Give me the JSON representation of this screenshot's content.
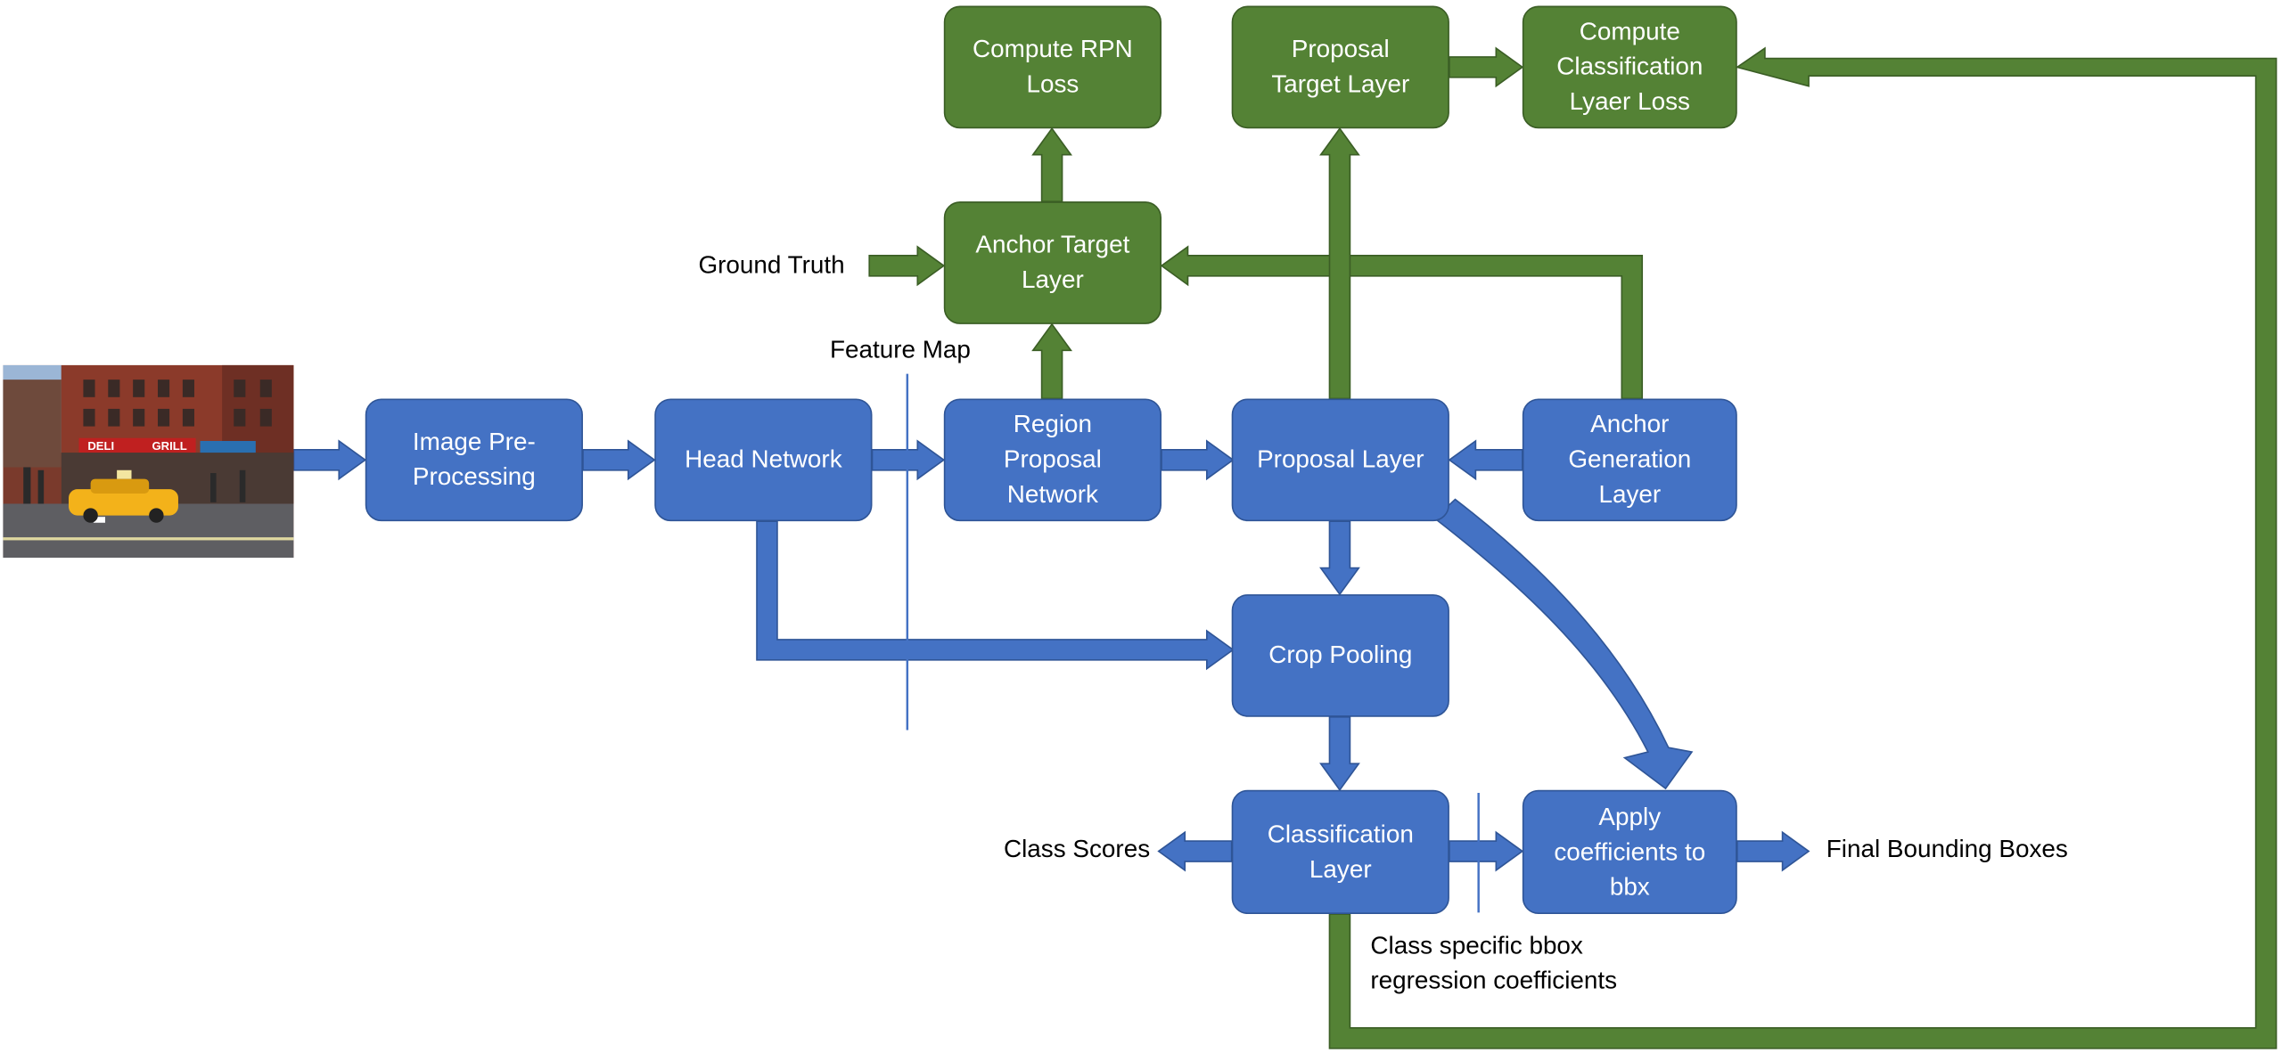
{
  "nodes": {
    "image_preprocessing": "Image Pre-\nProcessing",
    "head_network": "Head Network",
    "region_proposal_network": "Region\nProposal\nNetwork",
    "proposal_layer": "Proposal Layer",
    "anchor_generation_layer": "Anchor\nGeneration\nLayer",
    "anchor_target_layer": "Anchor Target\nLayer",
    "compute_rpn_loss": "Compute RPN\nLoss",
    "proposal_target_layer": "Proposal\nTarget Layer",
    "compute_classification_loss": "Compute\nClassification\nLyaer Loss",
    "crop_pooling": "Crop Pooling",
    "classification_layer": "Classification\nLayer",
    "apply_coefficients": "Apply\ncoefficients to\nbbx"
  },
  "labels": {
    "ground_truth": "Ground Truth",
    "feature_map": "Feature Map",
    "class_scores": "Class Scores",
    "final_bounding_boxes": "Final Bounding Boxes",
    "class_specific_bbox": "Class specific bbox\nregression coefficients"
  },
  "photo": {
    "sign_deli": "DELI",
    "sign_grill": "GRILL"
  },
  "colors": {
    "blue_fill": "#4472c4",
    "green_fill": "#548235"
  }
}
